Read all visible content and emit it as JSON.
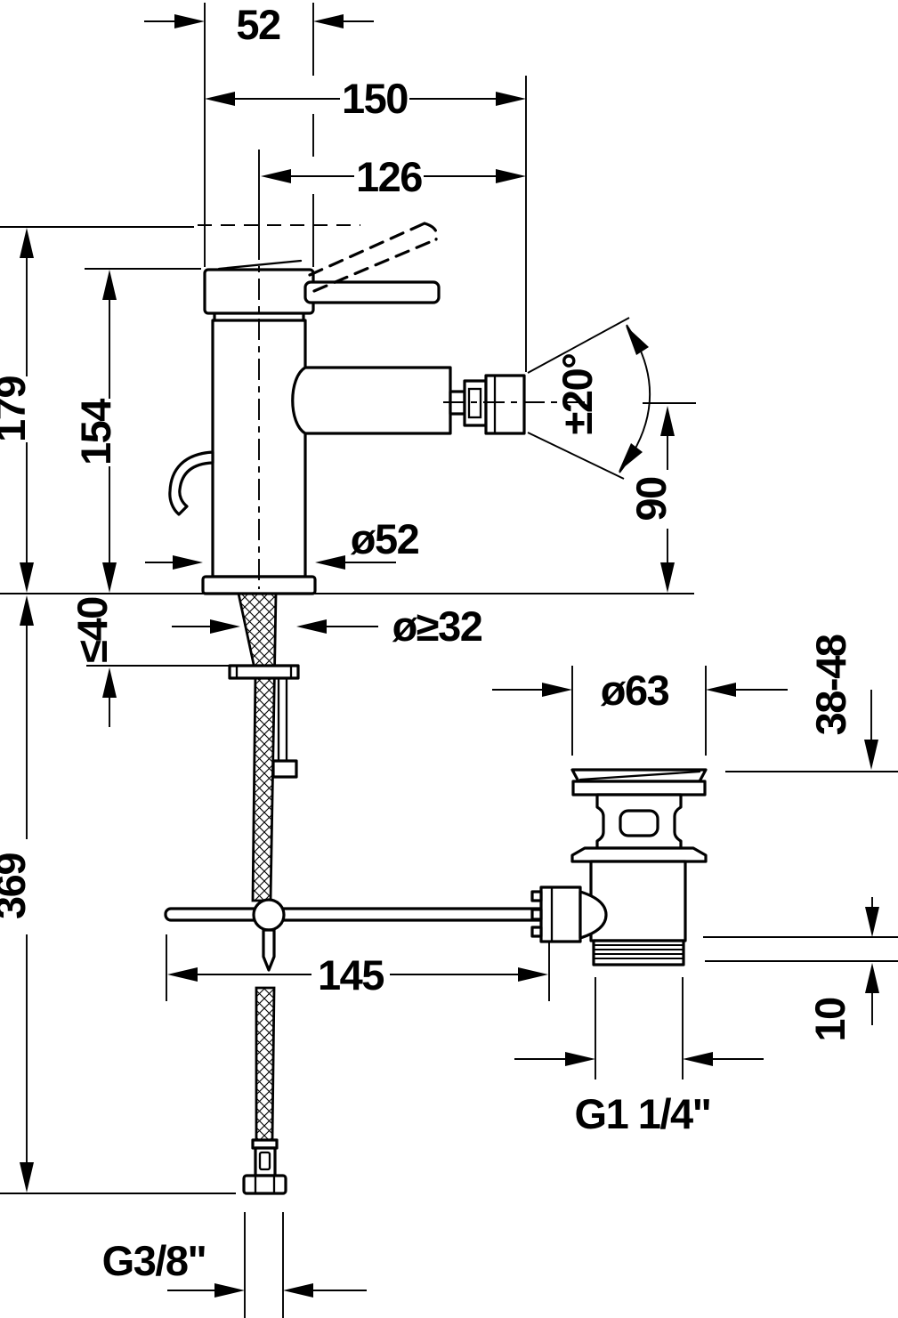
{
  "drawing": {
    "kind": "technical-dimension-drawing",
    "subject": "single-lever bidet mixer with pop-up waste",
    "colors": {
      "line": "#000000",
      "background": "#ffffff"
    },
    "labels": {
      "cap_width": "52",
      "total_projection": "150",
      "spout_projection": "126",
      "height_to_lever_top": "179",
      "height_to_cap_top": "154",
      "spout_swivel_angle": "±20°",
      "spout_outlet_height": "90",
      "body_diameter": "ø52",
      "mounting_hole_diameter": "ø≥32",
      "max_deck_thickness": "≤40",
      "waste_flange_diameter": "ø63",
      "waste_deck_range": "38-48",
      "supply_hose_length": "369",
      "popup_rod_reach": "145",
      "waste_thread_length": "10",
      "waste_thread": "G1 1/4\"",
      "supply_thread": "G3/8\""
    }
  }
}
